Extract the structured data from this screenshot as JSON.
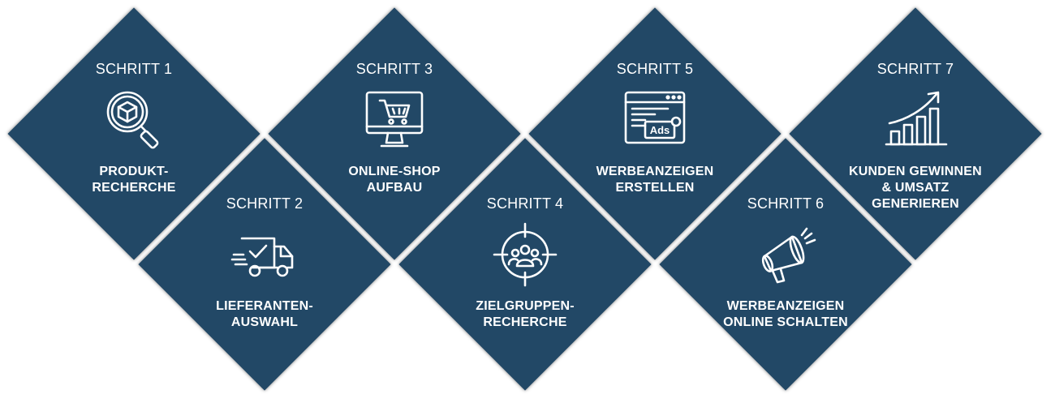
{
  "steps": [
    {
      "label": "SCHRITT 1",
      "title": "PRODUKT-\nRECHERCHE",
      "icon": "product-search-icon"
    },
    {
      "label": "SCHRITT 2",
      "title": "LIEFERANTEN-\nAUSWAHL",
      "icon": "delivery-truck-icon"
    },
    {
      "label": "SCHRITT 3",
      "title": "ONLINE-SHOP\nAUFBAU",
      "icon": "shopping-cart-monitor-icon"
    },
    {
      "label": "SCHRITT 4",
      "title": "ZIELGRUPPEN-\nRECHERCHE",
      "icon": "target-group-icon"
    },
    {
      "label": "SCHRITT 5",
      "title": "WERBEANZEIGEN\nERSTELLEN",
      "icon": "ads-browser-icon"
    },
    {
      "label": "SCHRITT 6",
      "title": "WERBEANZEIGEN\nONLINE SCHALTEN",
      "icon": "megaphone-icon"
    },
    {
      "label": "SCHRITT 7",
      "title": "KUNDEN GEWINNEN\n& UMSATZ\nGENERIEREN",
      "icon": "growth-chart-icon"
    }
  ],
  "colors": {
    "tile": "#224866",
    "text": "#ffffff"
  }
}
